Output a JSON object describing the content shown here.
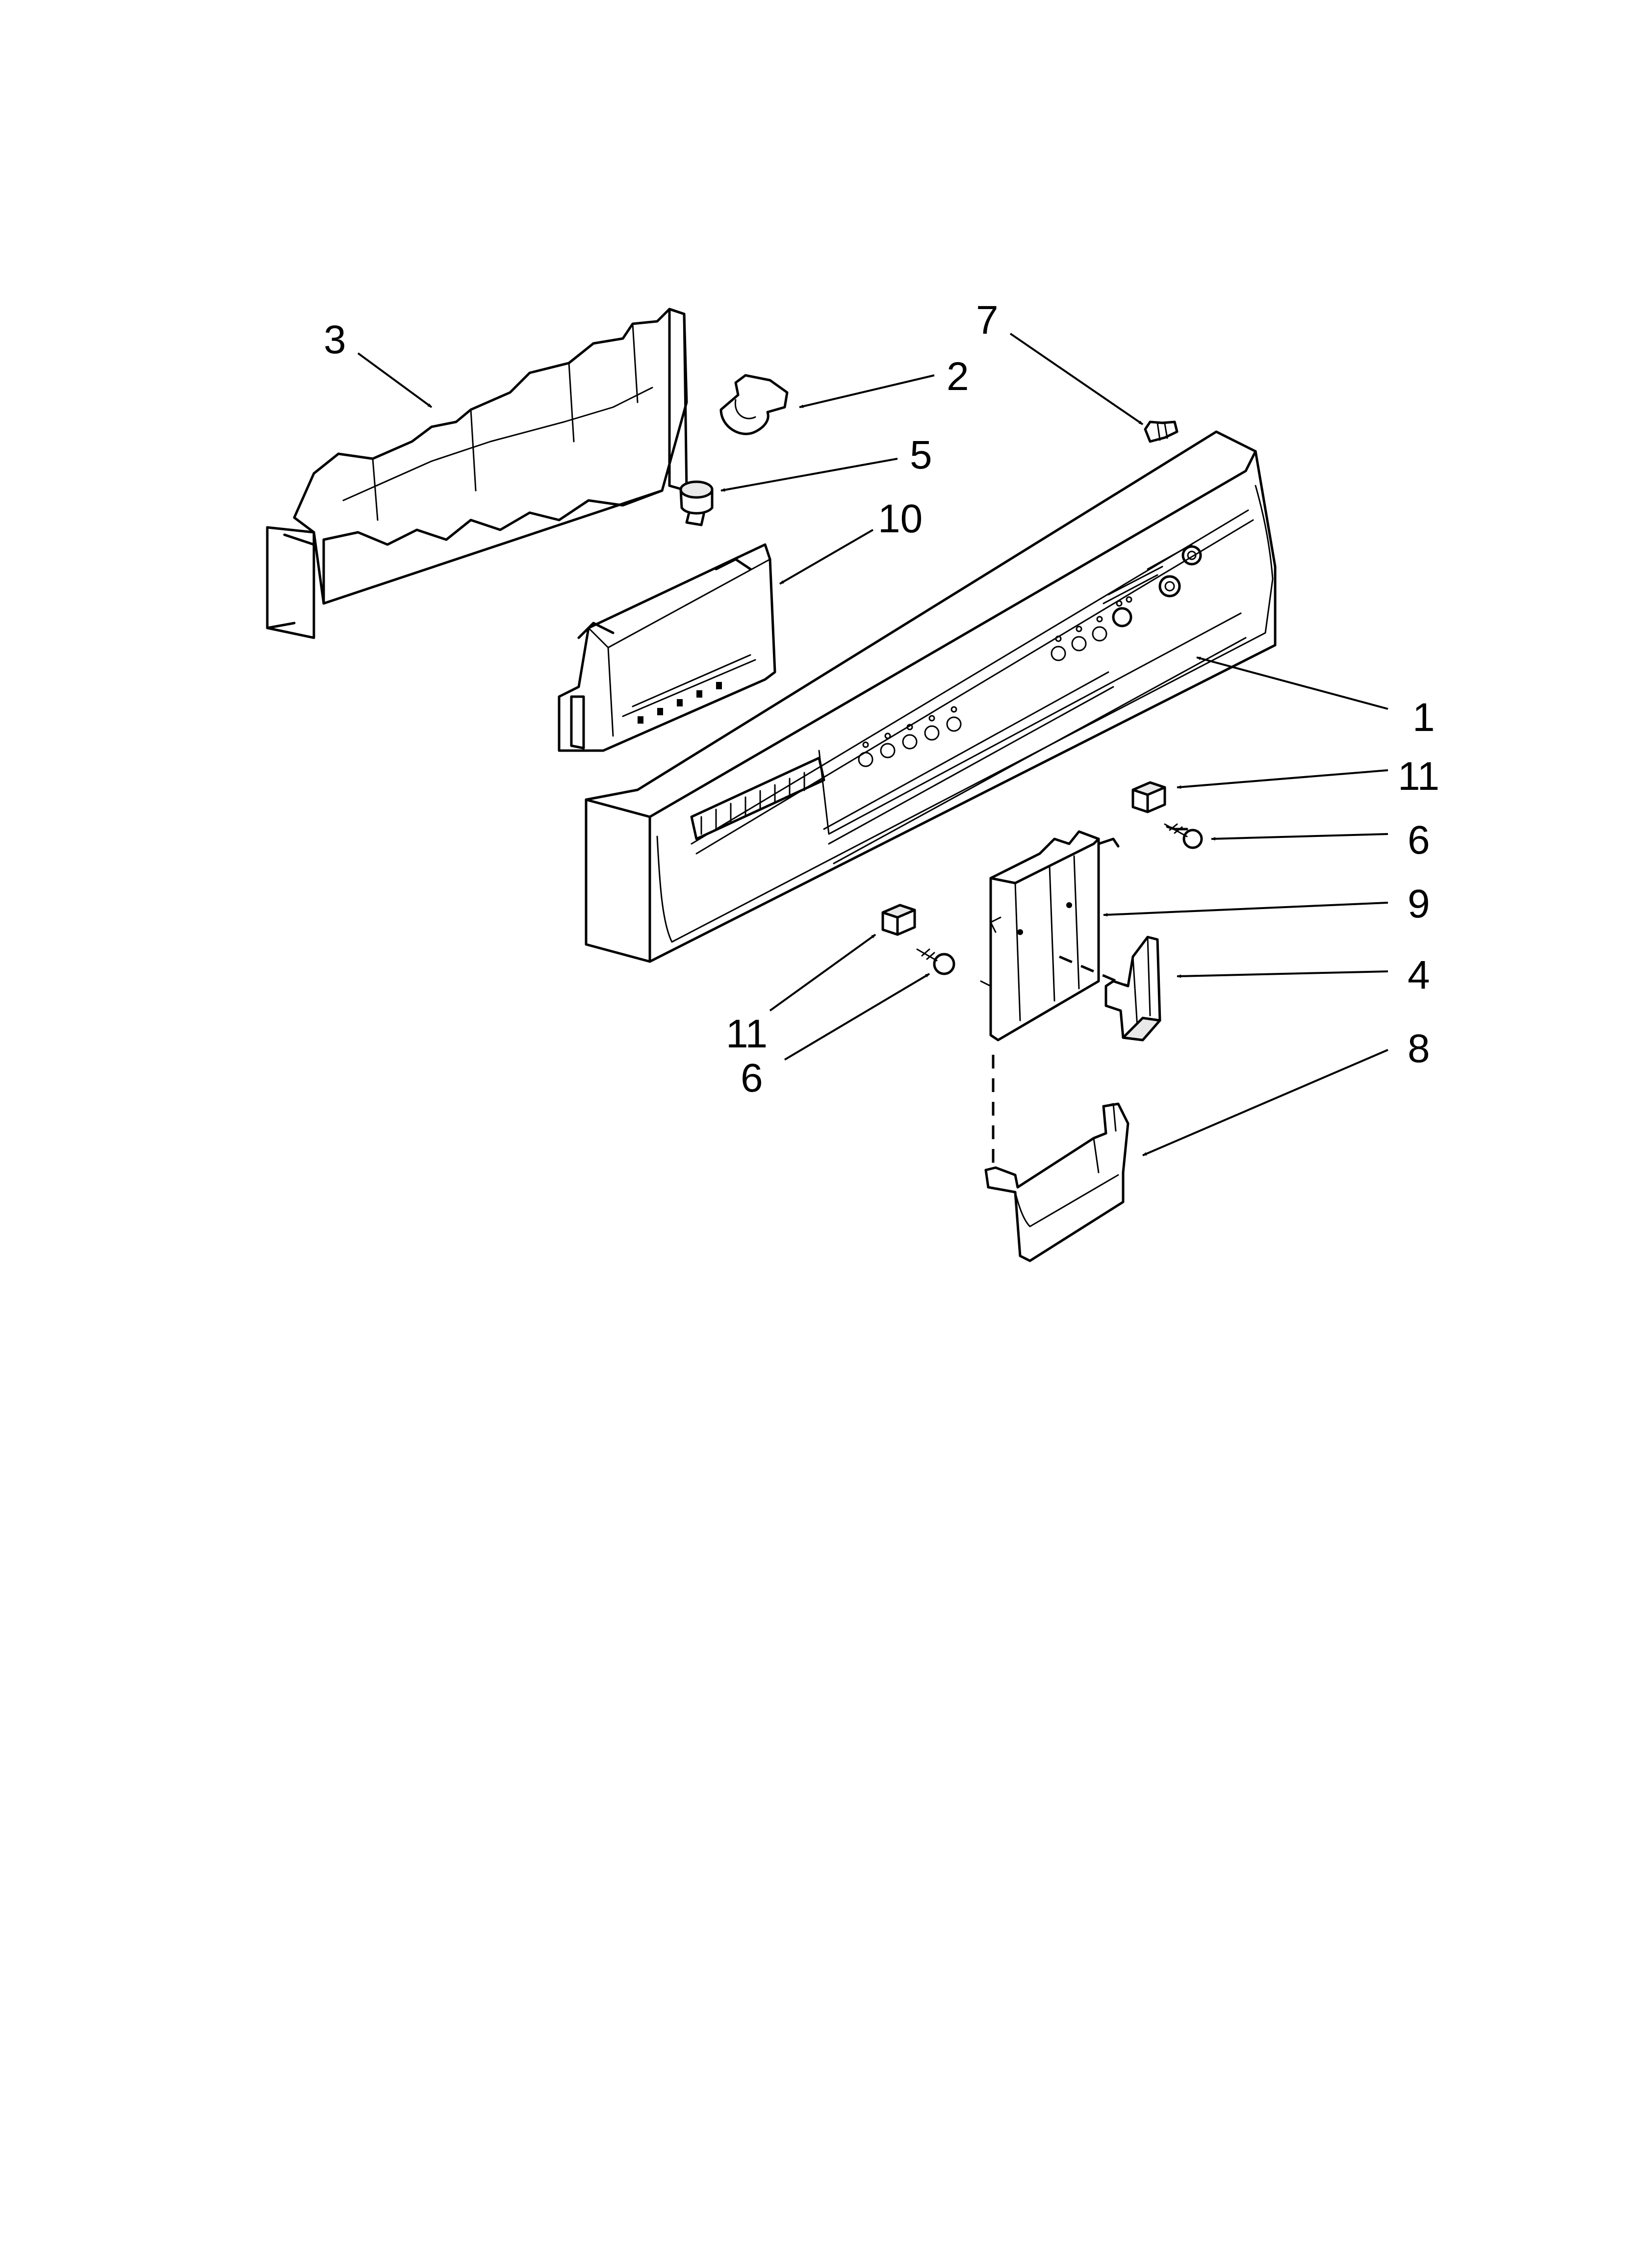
{
  "diagram": {
    "callouts": [
      {
        "id": "1",
        "label": "1"
      },
      {
        "id": "2",
        "label": "2"
      },
      {
        "id": "3",
        "label": "3"
      },
      {
        "id": "4",
        "label": "4"
      },
      {
        "id": "5",
        "label": "5"
      },
      {
        "id": "6a",
        "label": "6"
      },
      {
        "id": "6b",
        "label": "6"
      },
      {
        "id": "7",
        "label": "7"
      },
      {
        "id": "8",
        "label": "8"
      },
      {
        "id": "9",
        "label": "9"
      },
      {
        "id": "10",
        "label": "10"
      },
      {
        "id": "11a",
        "label": "11"
      },
      {
        "id": "11b",
        "label": "11"
      }
    ]
  }
}
